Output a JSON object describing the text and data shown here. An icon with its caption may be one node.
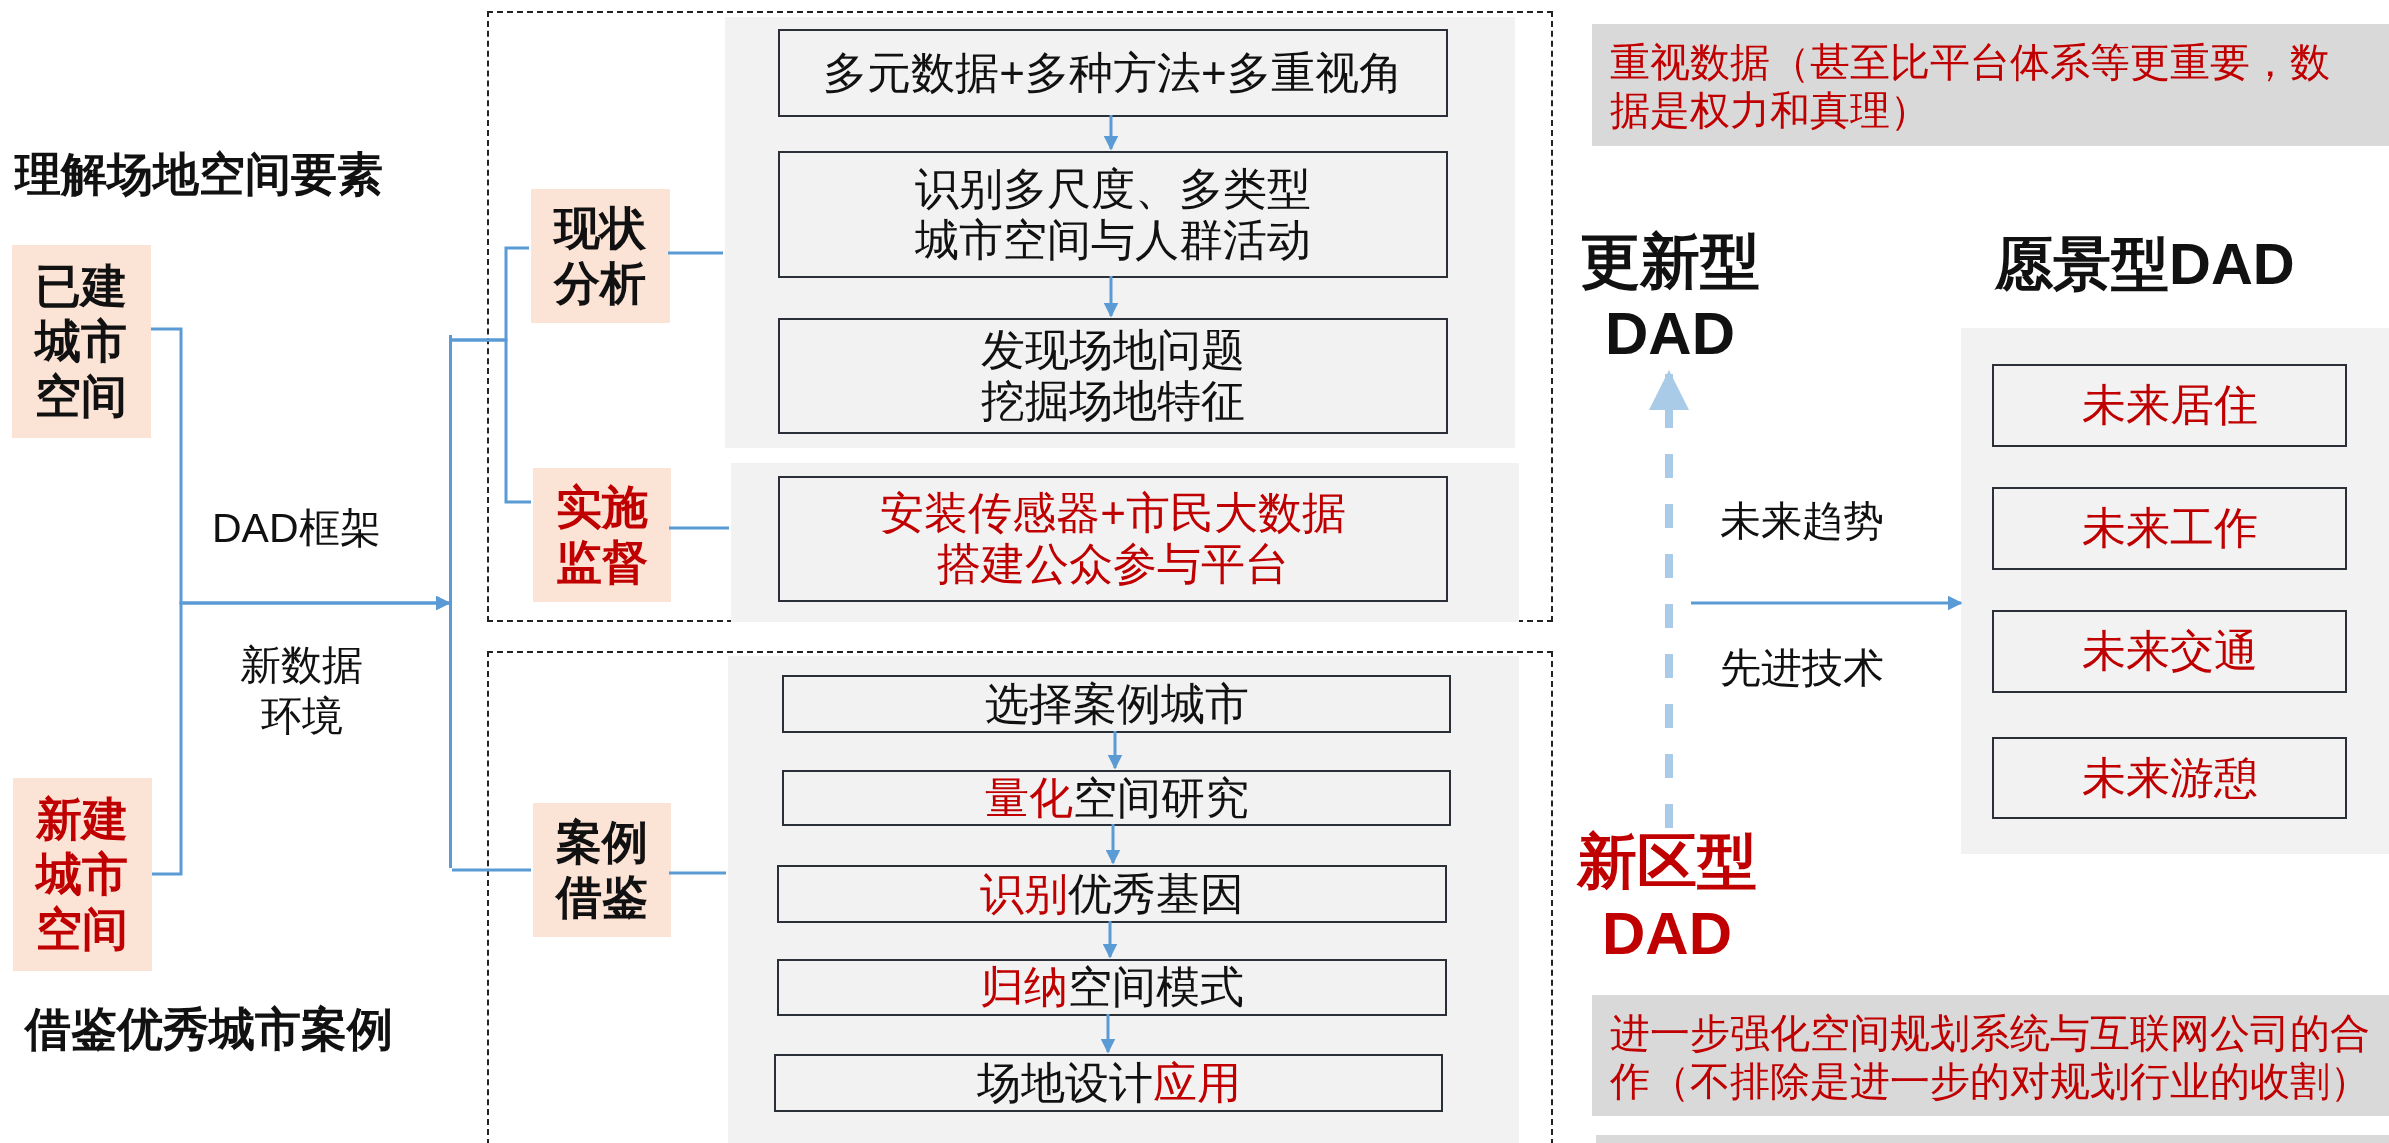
{
  "diagram": {
    "nodes": [
      {
        "text": [
          "已建城市空间"
        ]
      },
      {
        "text": [
          "新建城市空间"
        ]
      },
      {
        "text": [],
        "shape": "bar"
      },
      {
        "text": [],
        "shape": "box"
      },
      {
        "text": [
          "现状分析"
        ],
        "in": 3
      },
      {
        "text": [],
        "shape": "box",
        "in": 3
      },
      {
        "text": [
          "多元数据+多种方法+多重视角"
        ],
        "in": 5
      },
      {
        "text": [
          "识别多尺度、多类型城市空间与人群活动"
        ],
        "in": 5
      },
      {
        "text": [
          "发现场地问题",
          "挖掘场地特征"
        ],
        "in": 5
      },
      {
        "text": [
          "实施监督"
        ],
        "in": 3
      },
      {
        "text": [],
        "shape": "box",
        "in": 3
      },
      {
        "text": [
          "安装传感器+市民大数据",
          "搭建公众参与平台"
        ],
        "in": 10
      },
      {
        "text": [],
        "shape": "box"
      },
      {
        "text": [
          "案例借鉴"
        ],
        "in": 12
      },
      {
        "text": [],
        "shape": "box",
        "in": 12
      },
      {
        "text": [
          "选择案例城市"
        ],
        "in": 14
      },
      {
        "text": [
          "量化空间研究"
        ],
        "in": 14
      },
      {
        "text": [
          "识别优秀基因"
        ],
        "in": 14
      },
      {
        "text": [
          "归纳空间模式"
        ],
        "in": 14
      },
      {
        "text": [
          "场地设计应用"
        ],
        "in": 14
      },
      {
        "text": [
          "重视数据（甚至比平台体系等更重要，数据是权力和真理）"
        ]
      },
      {
        "text": [
          "更新型 DAD"
        ]
      },
      {
        "text": [
          "愿景型DAD"
        ]
      },
      {
        "text": [
          "未来居住"
        ],
        "in": 22
      },
      {
        "text": [
          "未来工作"
        ],
        "in": 22
      },
      {
        "text": [
          "未来交通"
        ],
        "in": 22
      },
      {
        "text": [
          "未来游憩"
        ],
        "in": 22
      },
      {
        "text": [
          "新区型 DAD"
        ]
      },
      {
        "text": [
          "进一步强化空间规划系统与互联网公司的合作（不排除是进一步的对规划行业的收割）"
        ]
      },
      {
        "text": [],
        "shape": "box"
      }
    ],
    "edges": [
      {
        "from": 0,
        "to": 2,
        "arrow": "to"
      },
      {
        "from": 1,
        "to": 2,
        "arrow": "to"
      },
      {
        "from": 2,
        "to": 4,
        "arrow": "none"
      },
      {
        "from": 2,
        "to": 9,
        "arrow": "none"
      },
      {
        "from": 2,
        "to": 13,
        "arrow": "none"
      },
      {
        "from": 4,
        "to": 5,
        "arrow": "none"
      },
      {
        "from": 9,
        "to": 10,
        "arrow": "none"
      },
      {
        "from": 13,
        "to": 14,
        "arrow": "none"
      },
      {
        "from": 6,
        "to": 7,
        "arrow": "to"
      },
      {
        "from": 7,
        "to": 8,
        "arrow": "to"
      },
      {
        "from": 15,
        "to": 16,
        "arrow": "to"
      },
      {
        "from": 16,
        "to": 17,
        "arrow": "to"
      },
      {
        "from": 17,
        "to": 18,
        "arrow": "to"
      },
      {
        "from": 18,
        "to": 19,
        "arrow": "to"
      },
      {
        "from": 27,
        "to": 21,
        "arrow": "to",
        "style": "dashed",
        "color": "#a9cbe8"
      },
      {
        "from": null,
        "to": 22,
        "arrow": "to"
      }
    ],
    "labels": [
      "理解场地空间要素",
      "DAD框架",
      "新数据环境",
      "借鉴优秀城市案例",
      "未来趋势",
      "先进技术"
    ]
  }
}
